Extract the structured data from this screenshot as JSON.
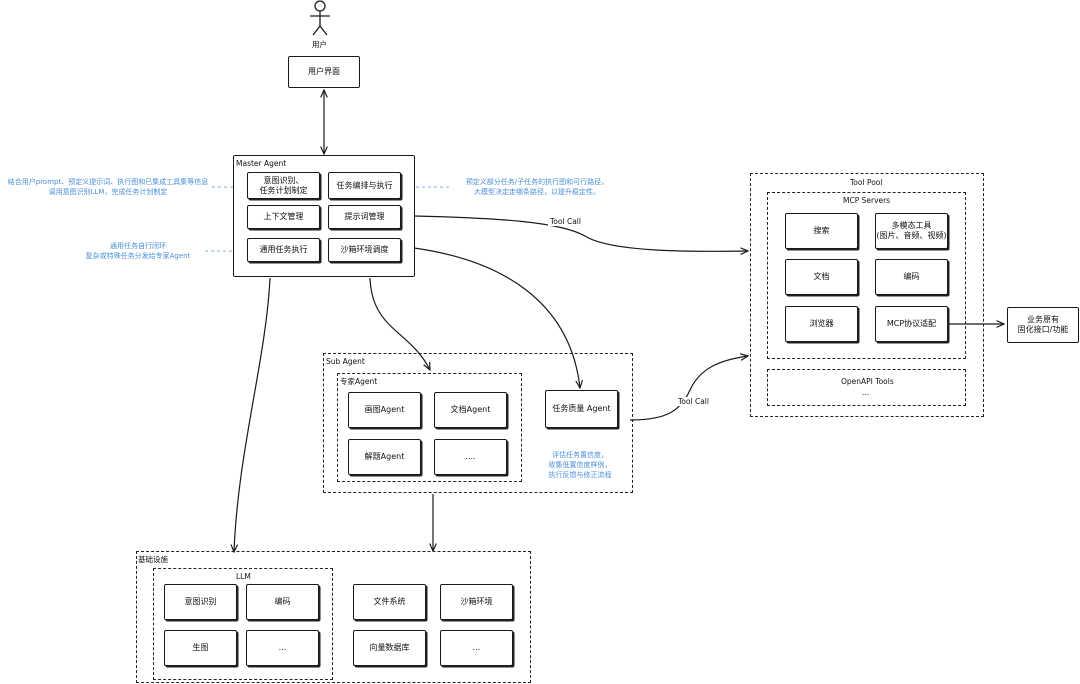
{
  "user": {
    "icon": "stick-figure-user-icon",
    "label": "用户"
  },
  "ui_box": "用户界面",
  "master": {
    "title": "Master Agent",
    "items": [
      [
        "意图识别、",
        "任务计划制定"
      ],
      [
        "任务编排与执行"
      ],
      [
        "上下文管理"
      ],
      [
        "提示词管理"
      ],
      [
        "通用任务执行"
      ],
      [
        "沙箱环境调度"
      ]
    ]
  },
  "notes": {
    "left_top": [
      "结合用户prompt、预定义提示词、执行图和已集成工具集等信息",
      "调用意图识别LLM，完成任务计划制定"
    ],
    "left_bottom": [
      "通用任务自行闭环",
      "复杂或特殊任务分发给专家Agent"
    ],
    "right_top": [
      "预定义部分任务/子任务的执行图和可行路径，",
      "大模型决定走哪条路径，以提升稳定性。"
    ],
    "quality": [
      "评估任务置信度，",
      "收集低置信度样例，",
      "执行反馈与修正流程"
    ]
  },
  "edge_labels": {
    "tool_call_1": "Tool Call",
    "tool_call_2": "Tool Call"
  },
  "sub_agent": {
    "title": "Sub Agent",
    "expert": {
      "title": "专家Agent",
      "items": [
        "画图Agent",
        "文档Agent",
        "解题Agent",
        "...."
      ]
    },
    "quality_box": "任务质量 Agent"
  },
  "tool_pool": {
    "title": "Tool Pool",
    "mcp": {
      "title": "MCP Servers",
      "items": [
        [
          "搜索"
        ],
        [
          "多模态工具",
          "(图片、音频、视频)"
        ],
        [
          "文档"
        ],
        [
          "编码"
        ],
        [
          "浏览器"
        ],
        [
          "MCP协议适配"
        ]
      ]
    },
    "openapi": {
      "title": "OpenAPI Tools",
      "more": "..."
    }
  },
  "external": [
    "业务原有",
    "固化接口/功能"
  ],
  "infra": {
    "title": "基础设施",
    "llm": {
      "title": "LLM",
      "items": [
        "意图识别",
        "编码",
        "生图",
        "..."
      ]
    },
    "items": [
      "文件系统",
      "沙箱环境",
      "向量数据库",
      "..."
    ]
  },
  "colors": {
    "line": "#1a1a1a",
    "note_blue": "#4a8fd8",
    "note_dash": "#7fb0e6"
  }
}
